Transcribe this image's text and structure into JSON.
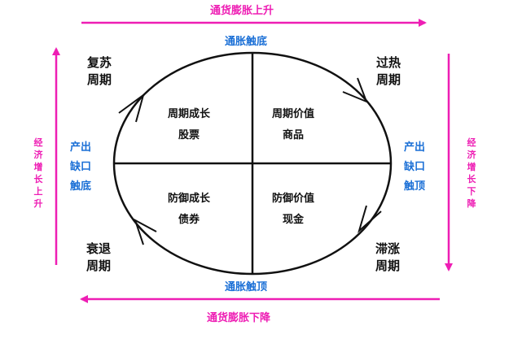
{
  "colors": {
    "accent_pink": "#ee1eb4",
    "accent_blue": "#1a6fd6",
    "ink": "#111111"
  },
  "top_arrow_label": "通货膨胀上升",
  "bottom_arrow_label": "通货膨胀下降",
  "left_arrow_label": "经济增长上升",
  "right_arrow_label": "经济增长下降",
  "inflation_bottom": "通胀触底",
  "inflation_top": "通胀触顶",
  "output_gap_bottom": [
    "产出",
    "缺口",
    "触底"
  ],
  "output_gap_top": [
    "产出",
    "缺口",
    "触顶"
  ],
  "cycles": {
    "recovery": [
      "复苏",
      "周期"
    ],
    "overheat": [
      "过热",
      "周期"
    ],
    "recession": [
      "衰退",
      "周期"
    ],
    "stagflation": [
      "滞涨",
      "周期"
    ]
  },
  "quadrants": {
    "top_left": [
      "周期成长",
      "股票"
    ],
    "top_right": [
      "周期价值",
      "商品"
    ],
    "bottom_left": [
      "防御成长",
      "债券"
    ],
    "bottom_right": [
      "防御价值",
      "现金"
    ]
  }
}
